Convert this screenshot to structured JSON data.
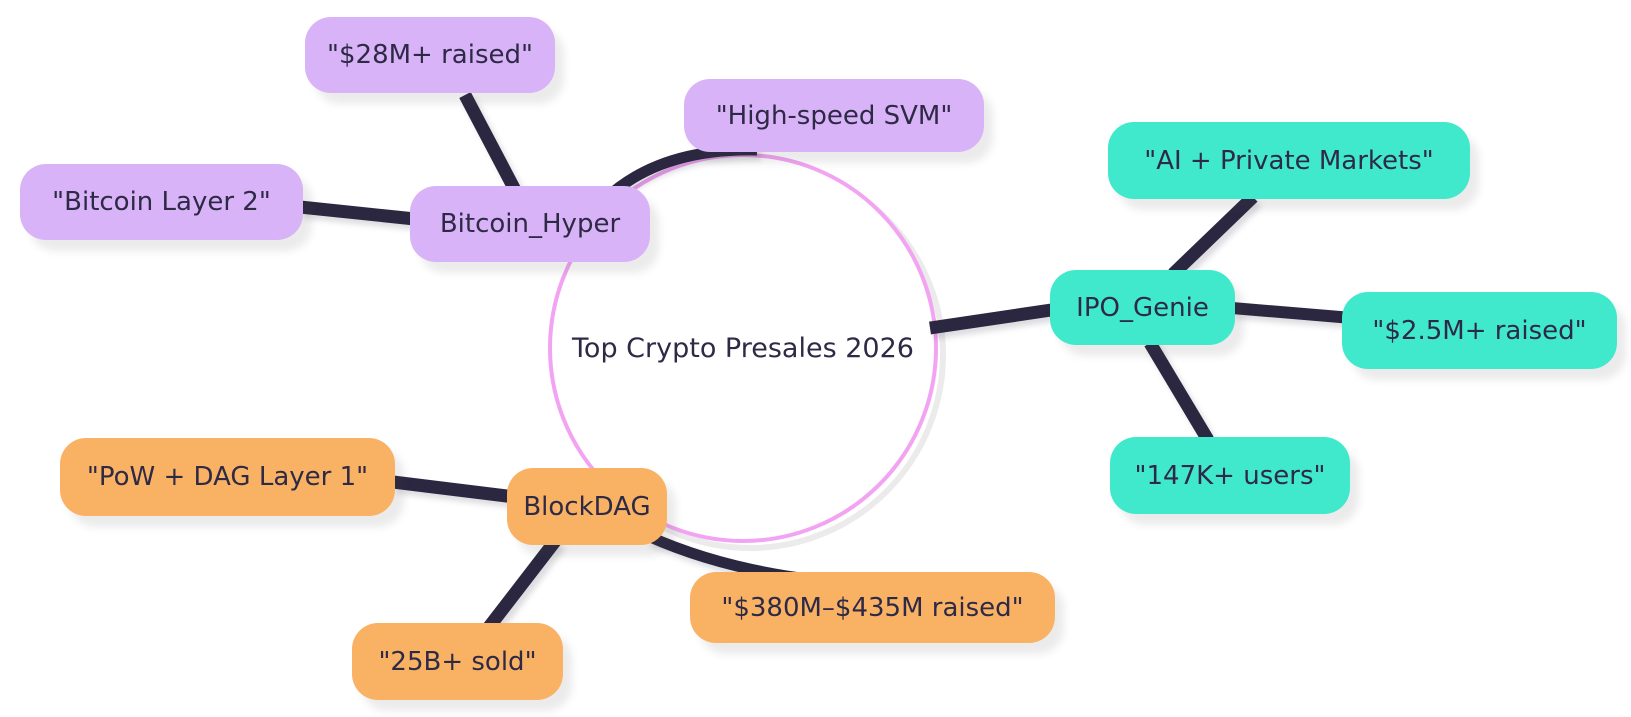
{
  "diagram": {
    "type": "mindmap",
    "center": {
      "label": "Top Crypto Presales 2026"
    },
    "branches": [
      {
        "name": "Bitcoin_Hyper",
        "color": "#d9b3f7",
        "children": [
          "\"$28M+ raised\"",
          "\"High-speed SVM\"",
          "\"Bitcoin Layer 2\""
        ]
      },
      {
        "name": "IPO_Genie",
        "color": "#40e9cc",
        "children": [
          "\"AI + Private Markets\"",
          "\"$2.5M+ raised\"",
          "\"147K+ users\""
        ]
      },
      {
        "name": "BlockDAG",
        "color": "#f9b264",
        "children": [
          "\"PoW + DAG Layer 1\"",
          "\"25B+ sold\"",
          "\"$380M–$435M raised\""
        ]
      }
    ],
    "colors": {
      "background": "#ffffff",
      "edge": "#2b2741",
      "text": "#2e2a46",
      "circle_stroke": "#f2a4f2",
      "branch_purple": "#d9b3f7",
      "branch_teal": "#40e9cc",
      "branch_orange": "#f9b264"
    }
  }
}
